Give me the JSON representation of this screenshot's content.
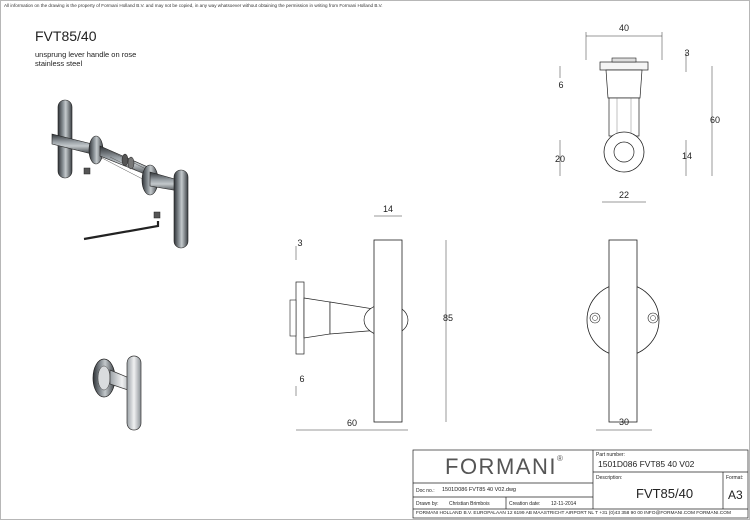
{
  "disclaimer": "All information on the drawing is the property of Formani Holland B.V. and may not be copied, in any way whatsoever without obtaining the permission in writing from Formani Holland B.V.",
  "header": {
    "title": "FVT85/40",
    "description_line1": "unsprung lever handle on rose",
    "description_line2": "stainless steel"
  },
  "dimensions": {
    "top_width": "40",
    "top_rose_thickness": "3",
    "top_left_6": "6",
    "top_height": "60",
    "top_left_20": "20",
    "top_right_14": "14",
    "top_bottom_22": "22",
    "side_14": "14",
    "side_3": "3",
    "side_85": "85",
    "side_6": "6",
    "side_60": "60",
    "front_30": "30"
  },
  "title_block": {
    "brand": "FORMANI",
    "brand_mark": "®",
    "part_number_label": "Part number:",
    "part_number": "1501D086 FVT85 40 V02",
    "description_label": "Description:",
    "description": "FVT85/40",
    "format_label": "Format:",
    "format": "A3",
    "doc_label": "Doc no.:",
    "doc_no": "1501D086 FVT85 40 V02.dwg",
    "drawn_label": "Drawn by:",
    "drawn_by": "Christian Brimbois",
    "creation_label": "Creation date:",
    "creation_date": "12-11-2014",
    "footer": "FORMANI HOLLAND B.V. EUROPALAAN 12 6199 AB MAASTRICHT AIRPORT NL T +31 (0)43 358 90 00 INFO@FORMANI.COM FORMANI.COM"
  }
}
